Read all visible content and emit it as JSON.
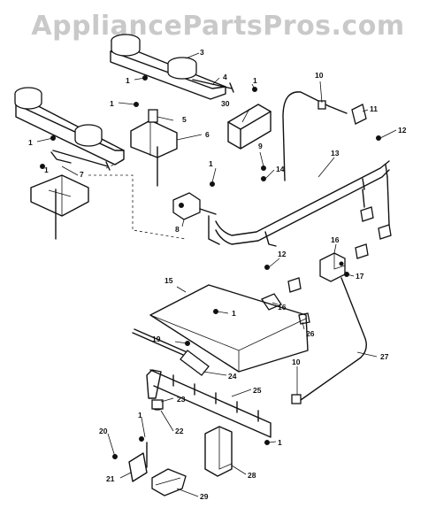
{
  "watermark": "AppliancePartsPros.com",
  "callouts": [
    "1",
    "1",
    "1",
    "1",
    "1",
    "1",
    "1",
    "1",
    "1",
    "3",
    "4",
    "5",
    "6",
    "7",
    "8",
    "9",
    "10",
    "10",
    "11",
    "12",
    "12",
    "13",
    "14",
    "15",
    "16",
    "16",
    "17",
    "19",
    "20",
    "21",
    "22",
    "23",
    "24",
    "25",
    "26",
    "27",
    "28",
    "29",
    "30"
  ]
}
